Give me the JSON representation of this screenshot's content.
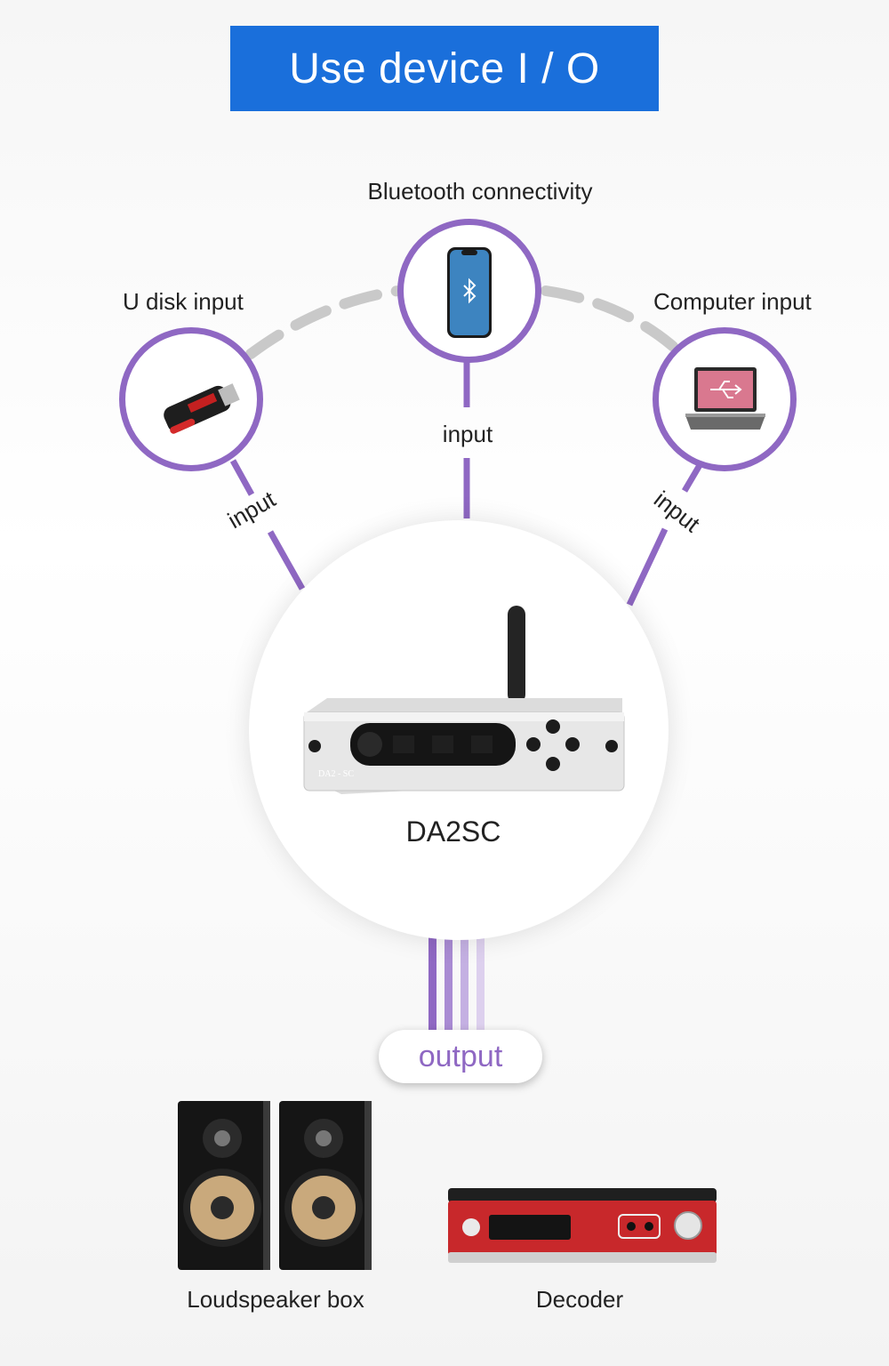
{
  "title": "Use device I / O",
  "inputs": {
    "bluetooth_label": "Bluetooth connectivity",
    "udisk_label": "U disk input",
    "computer_label": "Computer input",
    "connector_label_left": "input",
    "connector_label_center": "input",
    "connector_label_right": "input"
  },
  "device": {
    "name": "DA2SC",
    "panel_marking": "DA2 - SC"
  },
  "output": {
    "label": "output",
    "devices": [
      {
        "label": "Loudspeaker box"
      },
      {
        "label": "Decoder"
      }
    ]
  },
  "colors": {
    "banner": "#1a6fdb",
    "accent_purple": "#8f68c3",
    "dash_gray": "#c9c9c9"
  }
}
